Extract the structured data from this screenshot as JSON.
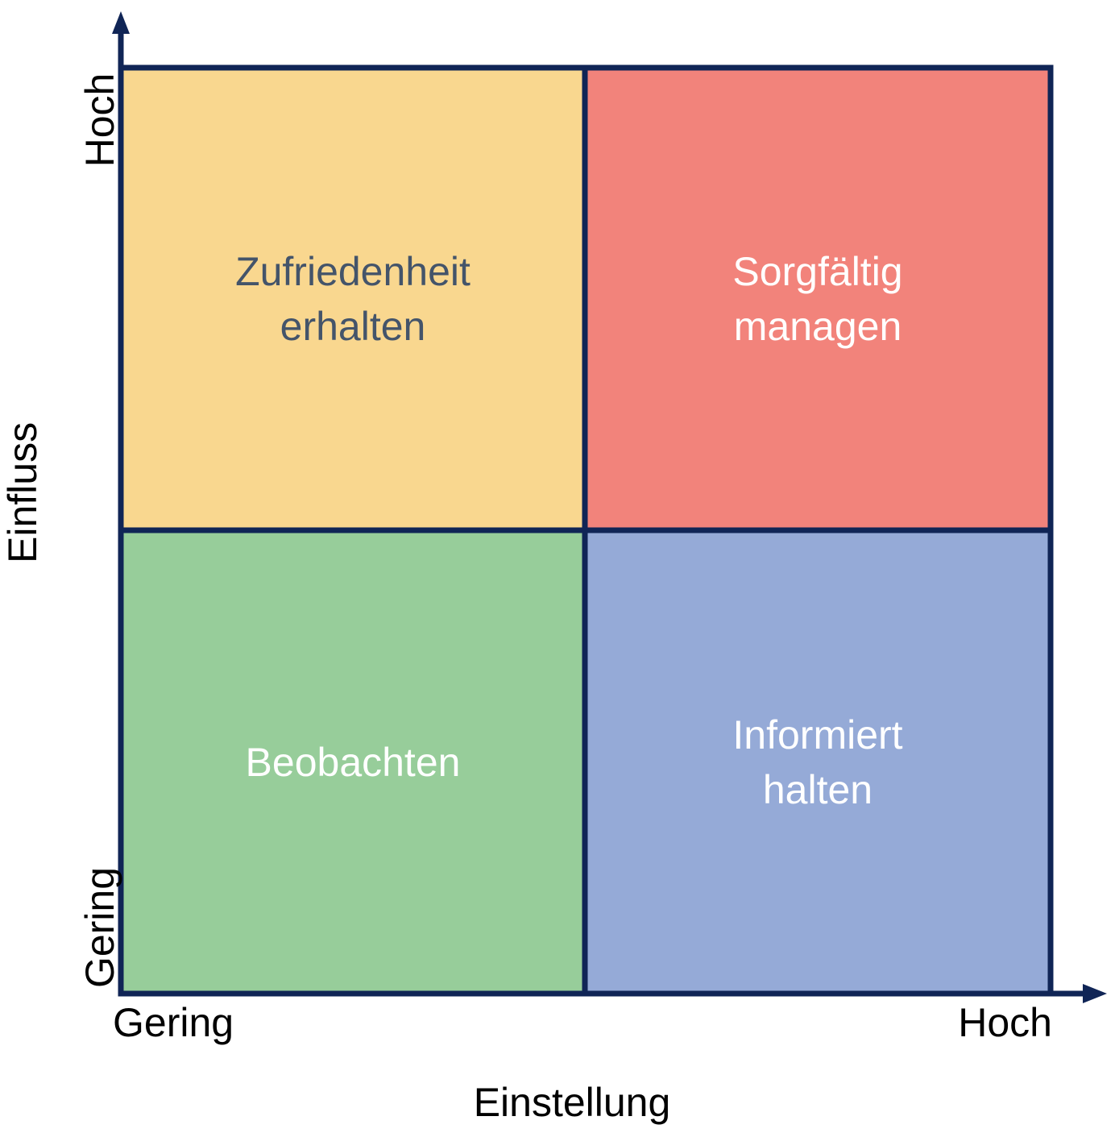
{
  "quadrants": {
    "top_left": {
      "lines": [
        "Zufriedenheit",
        "erhalten"
      ],
      "fill": "#f9d78f",
      "text_color": "#44546a"
    },
    "top_right": {
      "lines": [
        "Sorgfältig",
        "managen"
      ],
      "fill": "#f2837b",
      "text_color": "#ffffff"
    },
    "bottom_left": {
      "lines": [
        "Beobachten"
      ],
      "fill": "#97cd9a",
      "text_color": "#ffffff"
    },
    "bottom_right": {
      "lines": [
        "Informiert",
        "halten"
      ],
      "fill": "#95aad7",
      "text_color": "#ffffff"
    }
  },
  "x_axis": {
    "title": "Einstellung",
    "low": "Gering",
    "high": "Hoch"
  },
  "y_axis": {
    "title": "Einfluss",
    "low": "Gering",
    "high": "Hoch"
  },
  "colors": {
    "border": "#102556",
    "axis_text": "#000000"
  }
}
